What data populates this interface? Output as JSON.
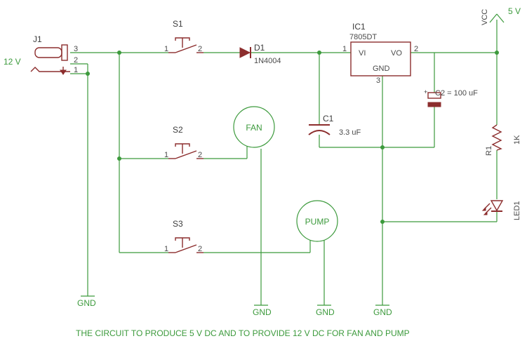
{
  "labels": {
    "j1": "J1",
    "j1_pin3": "3",
    "j1_pin2": "2",
    "j1_pin1": "1",
    "supply_12v": "12 V",
    "s1": "S1",
    "s2": "S2",
    "s3": "S3",
    "s_pin1": "1",
    "s_pin2": "2",
    "d1": "D1",
    "d1_value": "1N4004",
    "ic1": "IC1",
    "ic1_part": "7805DT",
    "ic_vi": "VI",
    "ic_vo": "VO",
    "ic_gnd": "GND",
    "ic_pin1": "1",
    "ic_pin2": "2",
    "ic_pin3": "3",
    "c1": "C1",
    "c1_value": "3.3 uF",
    "c2_value": "C2 = 100 uF",
    "c2_plus": "+",
    "fan": "FAN",
    "pump": "PUMP",
    "vcc": "VCC",
    "supply_5v": "5 V",
    "r1": "R1",
    "r1_value": "1K",
    "led1": "LED1",
    "gnd": "GND"
  },
  "caption": "THE CIRCUIT TO PRODUCE 5 V DC AND TO PROVIDE 12 V DC FOR FAN AND PUMP",
  "colors": {
    "wire": "#3c9a3c",
    "component": "#8c2d2d",
    "text": "#3c3c3c"
  }
}
